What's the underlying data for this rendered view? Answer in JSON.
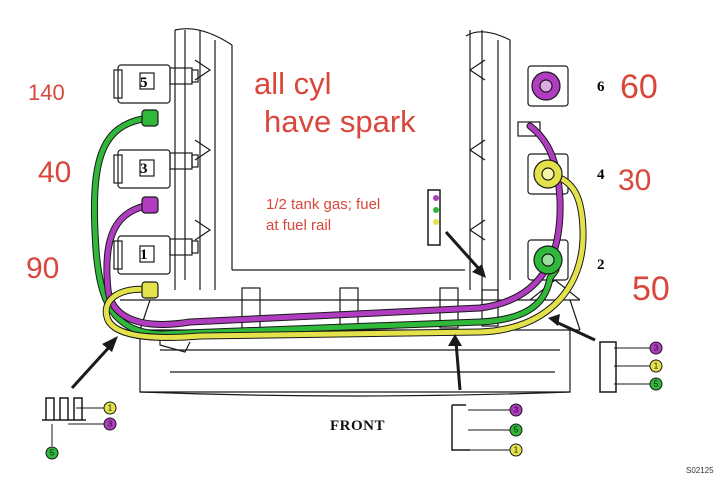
{
  "annotations": {
    "title_line1": "all cyl",
    "title_line2": "have spark",
    "note_line1": "1/2 tank gas; fuel",
    "note_line2": "at fuel rail",
    "reading_140": "140",
    "reading_40": "40",
    "reading_90": "90",
    "reading_60": "60",
    "reading_30": "30",
    "reading_50": "50"
  },
  "cylinders": {
    "c5": "5",
    "c3": "3",
    "c1": "1",
    "c6": "6",
    "c4": "4",
    "c2": "2"
  },
  "labels": {
    "front": "FRONT",
    "figure_code": "S02125"
  },
  "clip_callouts": {
    "left": [
      "1",
      "3",
      "5"
    ],
    "bottom": [
      "3",
      "5",
      "1"
    ],
    "right": [
      "3",
      "1",
      "5"
    ]
  },
  "colors": {
    "annotation_red": "#d9463b",
    "wire_green": "#2fb83a",
    "wire_magenta": "#b03cc0",
    "wire_yellow": "#e4e24a",
    "line_art": "#1a1a1a"
  }
}
